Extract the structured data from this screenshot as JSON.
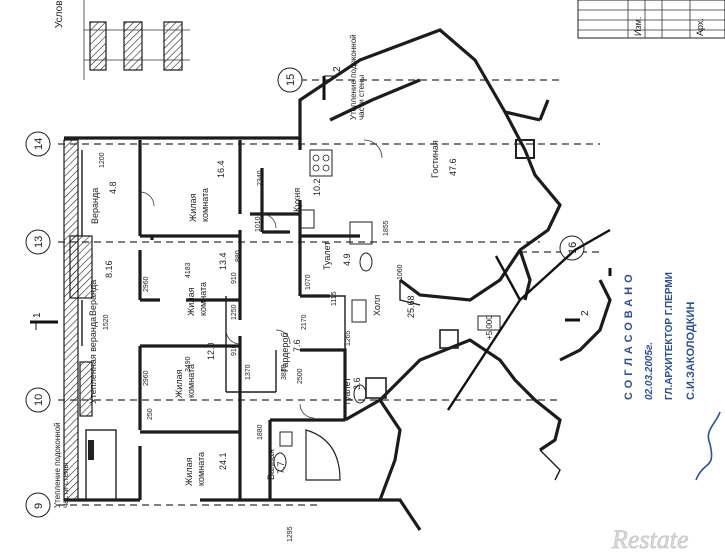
{
  "title_block": {
    "izm": "Изм.",
    "arh": "Арх."
  },
  "legend": {
    "heading": "Услов"
  },
  "axes": {
    "a14": "14",
    "a13": "13",
    "a10": "10",
    "a9": "9",
    "a15": "15",
    "a16": "16"
  },
  "sections": {
    "s1": "1",
    "s2": "2"
  },
  "rooms": {
    "veranda_1": {
      "name": "Веранда",
      "area": "4.8"
    },
    "living_1": {
      "name": "Жилая",
      "name2": "комната",
      "area": "16.4"
    },
    "living_2": {
      "name": "Жилая",
      "name2": "комната",
      "area": "13.4"
    },
    "living_3": {
      "name": "Жилая",
      "name2": "комната",
      "area": "12.0"
    },
    "living_4": {
      "name": "Жилая",
      "name2": "комната",
      "area": "24.1"
    },
    "veranda_2": {
      "name": "Веранда",
      "area": "8.16"
    },
    "insulated": {
      "name": "Утепленная веранда"
    },
    "kitchen": {
      "name": "Кухня",
      "area": "10.2"
    },
    "toilet_1": {
      "name": "Туалет",
      "area": "4.9"
    },
    "guest": {
      "name": "Гостиная",
      "area": "47.6"
    },
    "hall": {
      "name": "Холл",
      "area": "25.68"
    },
    "closet": {
      "name": "Гардероб",
      "area": "7.6"
    },
    "toilet_2": {
      "name": "Туалет",
      "area": "3.6"
    },
    "bathroom": {
      "name": "Ванная",
      "area": "7.7"
    }
  },
  "notes": {
    "insulation_1": "Утепление подоконной",
    "insulation_2": "части стены",
    "elevation": "+5.000"
  },
  "dims": {
    "d1200": "1200",
    "d2340": "2340",
    "d1010": "1010",
    "d2960": "2960",
    "d4183": "4183",
    "d3490": "3490",
    "d2170": "2170",
    "d910": "910",
    "d1250": "1250",
    "d880": "880",
    "d1370": "1370",
    "d3830": "3830",
    "d1880": "1880",
    "d2500": "2500",
    "d1070": "1070",
    "d1115": "1115",
    "d1060": "1060",
    "d1855": "1855",
    "d1265": "1265",
    "d1295": "1295",
    "d250": "250",
    "d1520": "1520"
  },
  "stamp": {
    "approved": "СОГЛАСОВАНО",
    "date": "02.03.2005г.",
    "architect": "ГЛ.АРХИТЕКТОР Г.ПЕРМИ",
    "name": "С.И.ЗАКОЛОДКИН"
  },
  "watermark": {
    "text": "Restate"
  }
}
